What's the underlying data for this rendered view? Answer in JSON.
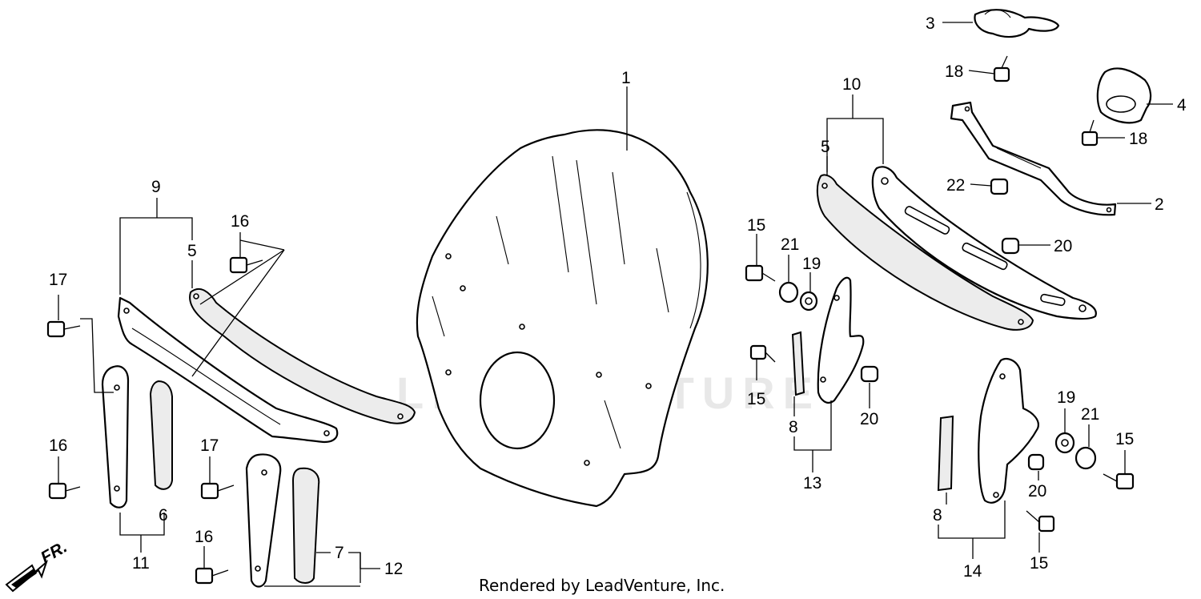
{
  "diagram": {
    "callouts": [
      "1",
      "2",
      "3",
      "4",
      "5",
      "5",
      "6",
      "7",
      "8",
      "8",
      "9",
      "10",
      "11",
      "12",
      "13",
      "14",
      "15",
      "15",
      "15",
      "15",
      "16",
      "16",
      "16",
      "17",
      "17",
      "18",
      "18",
      "19",
      "19",
      "20",
      "20",
      "20",
      "21",
      "21",
      "22"
    ],
    "direction_label": "FR.",
    "credit": "Rendered by LeadVenture, Inc.",
    "watermark": "LEADVENTURE"
  }
}
